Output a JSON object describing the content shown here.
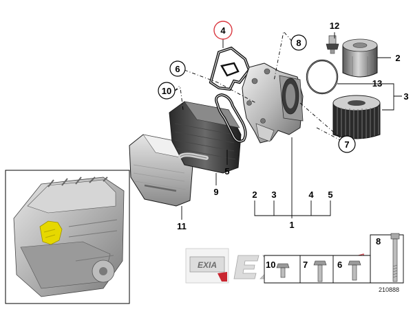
{
  "callouts": {
    "c1": "1",
    "c2": "2",
    "c3": "3",
    "c4": "4",
    "c5": "5",
    "c6": "6",
    "c7": "7",
    "c8": "8",
    "c9": "9",
    "c10": "10",
    "c11": "11",
    "c12": "12",
    "c13": "13",
    "sub2": "2",
    "sub3": "3",
    "sub4": "4",
    "sub5": "5",
    "b8": "8",
    "b10": "10",
    "b7": "7",
    "b6": "6"
  },
  "reference_code": "210888",
  "watermark": {
    "logo_small": "EXIA",
    "logo_large": "EXIA"
  },
  "colors": {
    "highlight_circle": "#d9363e",
    "part_location": "#e6d800"
  }
}
